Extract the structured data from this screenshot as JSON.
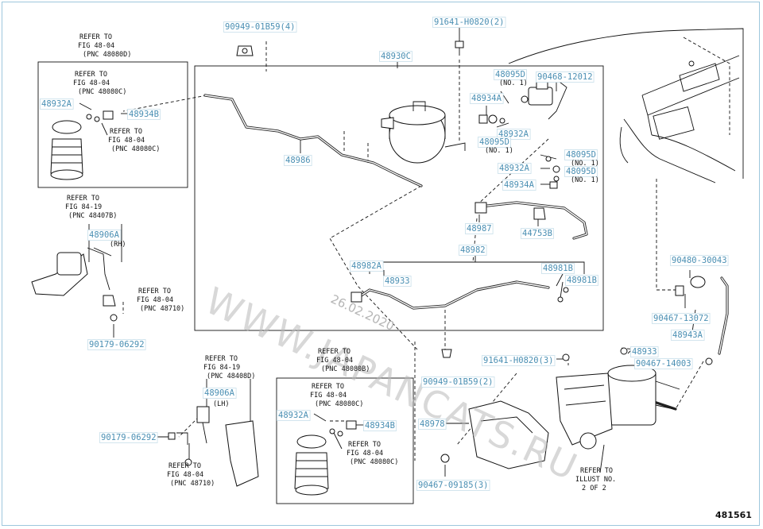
{
  "parts": {
    "p_90949_4": "90949-01B59(4)",
    "p_91641_2": "91641-H0820(2)",
    "p_48930c": "48930C",
    "p_48095d_a": "48095D",
    "p_90468": "90468-12012",
    "p_48934a_a": "48934A",
    "p_48932a_a": "48932A",
    "p_48095d_b": "48095D",
    "p_48095d_c": "48095D",
    "p_48932a_b": "48932A",
    "p_48095d_d": "48095D",
    "p_48934a_b": "48934A",
    "p_48986": "48986",
    "p_48932a_left": "48932A",
    "p_48934b_left": "48934B",
    "p_48987": "48987",
    "p_44753b": "44753B",
    "p_48906a_rh": "48906A",
    "p_48982": "48982",
    "p_48982a": "48982A",
    "p_48933_a": "48933",
    "p_48981b_a": "48981B",
    "p_48981b_b": "48981B",
    "p_90480": "90480-30043",
    "p_90467_13072": "90467-13072",
    "p_48943a": "48943A",
    "p_90179_a": "90179-06292",
    "p_48933_b": "48933",
    "p_91641_3": "91641-H0820(3)",
    "p_90467_14003": "90467-14003",
    "p_90949_2": "90949-01B59(2)",
    "p_48906a_lh": "48906A",
    "p_48932a_low": "48932A",
    "p_48934b_low": "48934B",
    "p_48978": "48978",
    "p_90179_b": "90179-06292",
    "p_90467_09185": "90467-09185(3)"
  },
  "labels": {
    "refer_to": "REFER TO",
    "fig_48_04": "FIG 48-04",
    "fig_84_19": "FIG 84-19",
    "pnc_48080d": "(PNC 48080D)",
    "pnc_48080c": "(PNC 48080C)",
    "pnc_48080b": "(PNC 48080B)",
    "pnc_48407b": "(PNC 48407B)",
    "pnc_48710": "(PNC 48710)",
    "no1": "(NO. 1)",
    "rh": "(RH)",
    "lh": "(LH)",
    "refer_illust_1": "REFER TO",
    "refer_illust_2": "ILLUST NO.",
    "refer_illust_3": "2 OF 2"
  },
  "watermark": {
    "site": "WWW.JAPANCATS.RU",
    "date": "26.02.2020"
  },
  "diagram_code": "481561"
}
